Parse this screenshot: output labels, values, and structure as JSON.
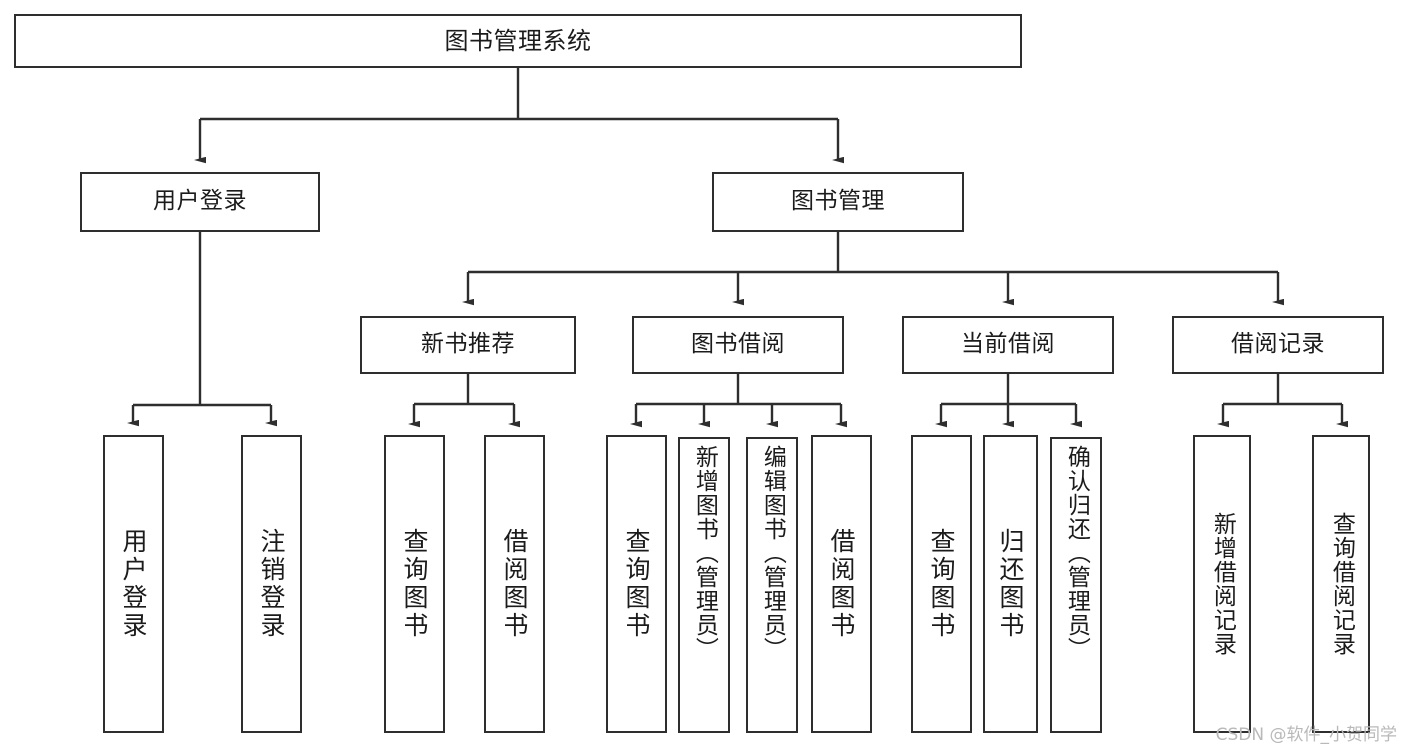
{
  "diagram": {
    "title": "图书管理系统",
    "background_color": "#ffffff",
    "line_color": "#2e2e2e",
    "text_color": "#1b1b1b"
  },
  "nodes": {
    "root": {
      "label": "图书管理系统"
    },
    "level2": [
      {
        "label": "用户登录"
      },
      {
        "label": "图书管理"
      }
    ],
    "level3": [
      {
        "label": "新书推荐"
      },
      {
        "label": "图书借阅"
      },
      {
        "label": "当前借阅"
      },
      {
        "label": "借阅记录"
      }
    ],
    "leaves": {
      "user_login": [
        {
          "label": "用户登录"
        },
        {
          "label": "注销登录"
        }
      ],
      "new_book_recommend": [
        {
          "label": "查询图书"
        },
        {
          "label": "借阅图书"
        }
      ],
      "book_borrow": [
        {
          "label": "查询图书"
        },
        {
          "label": "新增图书（管理员）"
        },
        {
          "label": "编辑图书（管理员）"
        },
        {
          "label": "借阅图书"
        }
      ],
      "current_borrow": [
        {
          "label": "查询图书"
        },
        {
          "label": "归还图书"
        },
        {
          "label": "确认归还（管理员）"
        }
      ],
      "borrow_record": [
        {
          "label": "新增借阅记录"
        },
        {
          "label": "查询借阅记录"
        }
      ]
    }
  },
  "watermark": {
    "text": "CSDN @软件_小贺同学"
  }
}
